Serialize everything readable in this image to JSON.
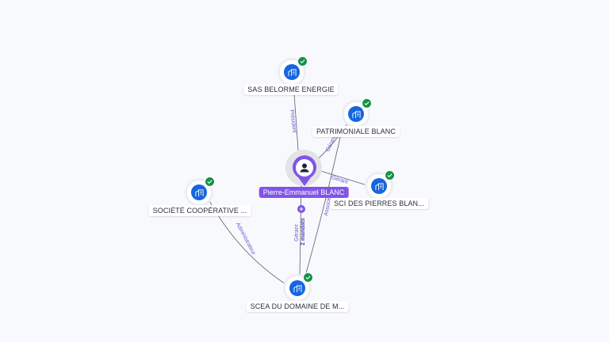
{
  "center": {
    "name": "Pierre-Emmanuel BLANC",
    "icon": "person-icon",
    "more_icon": "plus"
  },
  "companies": [
    {
      "name": "SAS BELORME ENERGIE",
      "verified": true
    },
    {
      "name": "PATRIMONIALE BLANC",
      "verified": true
    },
    {
      "name": "SCI DES PIERRES BLAN...",
      "verified": true
    },
    {
      "name": "SOCIÉTÉ COOPÉRATIVE ...",
      "verified": true
    },
    {
      "name": "SCEA DU DOMAINE DE M...",
      "verified": true
    }
  ],
  "edges": {
    "president": "Président",
    "gerant_patrimoniale": "Gérant",
    "gerant_sci": "Gérant",
    "associe": "Associé",
    "administrateur": "Administrateur",
    "gerant_scea": "Gérant",
    "scea_mandats": "2 mandats"
  },
  "colors": {
    "accent": "#8154e8",
    "company": "#1565e0",
    "verified": "#17914a"
  }
}
